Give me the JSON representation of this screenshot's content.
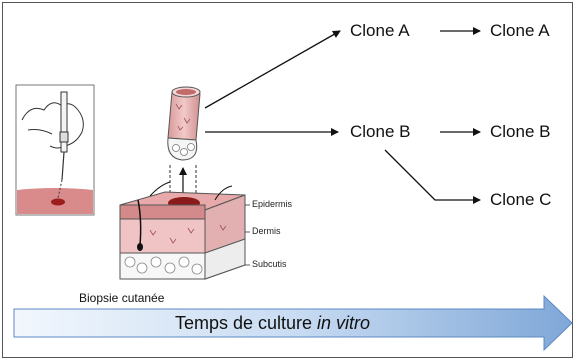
{
  "clones": {
    "a1": "Clone A",
    "a2": "Clone A",
    "b1": "Clone B",
    "b2": "Clone B",
    "c": "Clone C"
  },
  "skin_layers": {
    "epidermis": "Epidermis",
    "dermis": "Dermis",
    "subcutis": "Subcutis"
  },
  "caption": "Biopsie cutanée",
  "timeline": {
    "label_main": "Temps de culture ",
    "label_italic": "in vitro"
  },
  "colors": {
    "skin": "#e9b3b3",
    "skin_dark": "#c97f7f",
    "wound": "#8b1a1a",
    "arrow_light": "#dce9f7",
    "arrow_dark": "#5b89c4"
  }
}
